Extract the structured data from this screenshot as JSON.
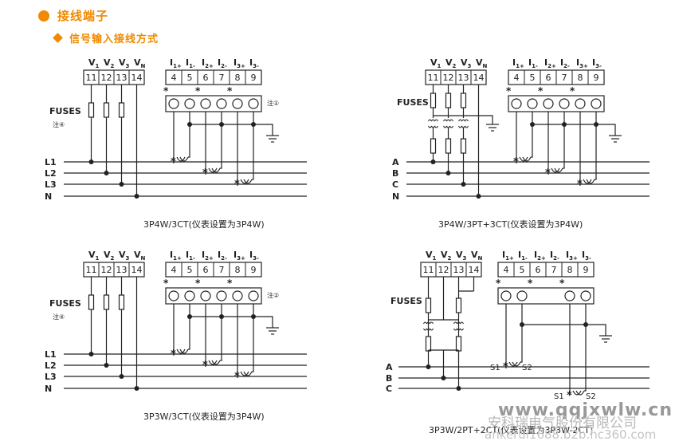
{
  "header": {
    "title": "接线端子",
    "subtitle": "信号输入接线方式"
  },
  "colors": {
    "accent": "#f08a00",
    "line": "#222222",
    "watermark": "#b0b0b0"
  },
  "voltage_terminals": [
    "11",
    "12",
    "13",
    "14"
  ],
  "current_terminals": [
    "4",
    "5",
    "6",
    "7",
    "8",
    "9"
  ],
  "voltage_labels": [
    {
      "main": "V",
      "sub": "1"
    },
    {
      "main": "V",
      "sub": "2"
    },
    {
      "main": "V",
      "sub": "3"
    },
    {
      "main": "V",
      "sub": "N"
    }
  ],
  "current_labels": [
    {
      "main": "I",
      "sub": "1+"
    },
    {
      "main": "I",
      "sub": "1-"
    },
    {
      "main": "I",
      "sub": "2+"
    },
    {
      "main": "I",
      "sub": "2-"
    },
    {
      "main": "I",
      "sub": "3+"
    },
    {
      "main": "I",
      "sub": "3-"
    }
  ],
  "fuses_label": "FUSES",
  "ct_marks": {
    "star": "*",
    "s1": "S1",
    "s2": "S2"
  },
  "diagrams": [
    {
      "id": "3p4w-3ct",
      "caption": "3P4W/3CT(仪表设置为3P4W)",
      "lines": [
        "L1",
        "L2",
        "L3",
        "N"
      ],
      "note": "注④",
      "extra_note": "注①"
    },
    {
      "id": "3p4w-3pt-3ct",
      "caption": "3P4W/3PT+3CT(仪表设置为3P4W)",
      "lines": [
        "A",
        "B",
        "C",
        "N"
      ]
    },
    {
      "id": "3p3w-3ct",
      "caption": "3P3W/3CT(仪表设置为3P4W)",
      "lines": [
        "L1",
        "L2",
        "L3",
        "N"
      ],
      "note": "注④",
      "extra_note": "注②"
    },
    {
      "id": "3p3w-2pt-2ct",
      "caption": "3P3W/2PT+2CT(仪表设置为3P3W-2CT)",
      "lines": [
        "A",
        "B",
        "C"
      ]
    }
  ],
  "watermark": {
    "url": "www.qqjxwlw.cn",
    "company": "安科瑞电气股份有限公司",
    "domain": "ankerui1688.b2b.hc360.com"
  }
}
